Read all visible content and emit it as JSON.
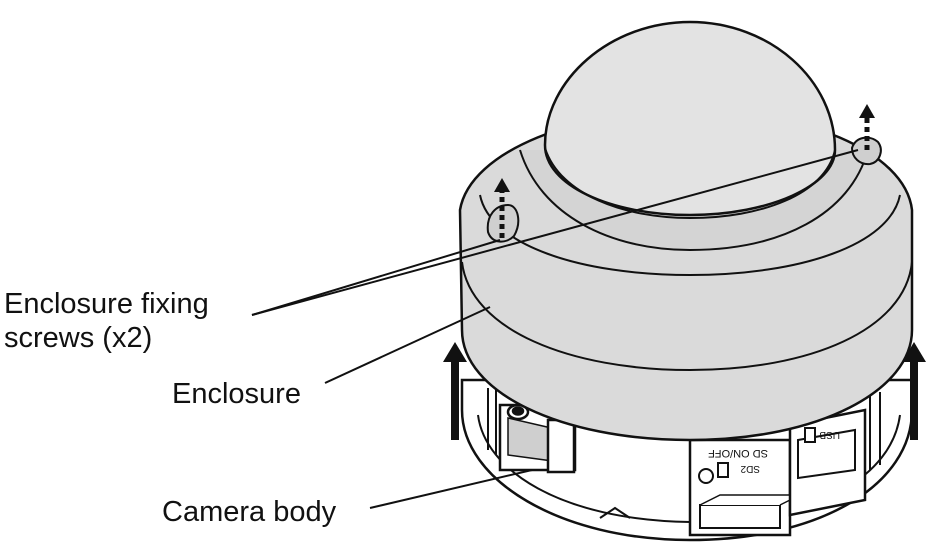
{
  "labels": {
    "screws_line1": "Enclosure fixing",
    "screws_line2": "screws (x2)",
    "enclosure": "Enclosure",
    "camera_body": "Camera body"
  },
  "body_markings": {
    "sd_card_on_off": "SD ON/OFF",
    "sd_slot": "SD2",
    "usb_slot": "USB"
  },
  "colors": {
    "enclosure_fill": "#dadada",
    "dome_fill": "#e3e3e3",
    "body_fill": "#ffffff",
    "line": "#111111"
  },
  "icons": [
    "dashed-up-arrow-icon",
    "solid-up-arrow-icon",
    "screw-icon"
  ]
}
